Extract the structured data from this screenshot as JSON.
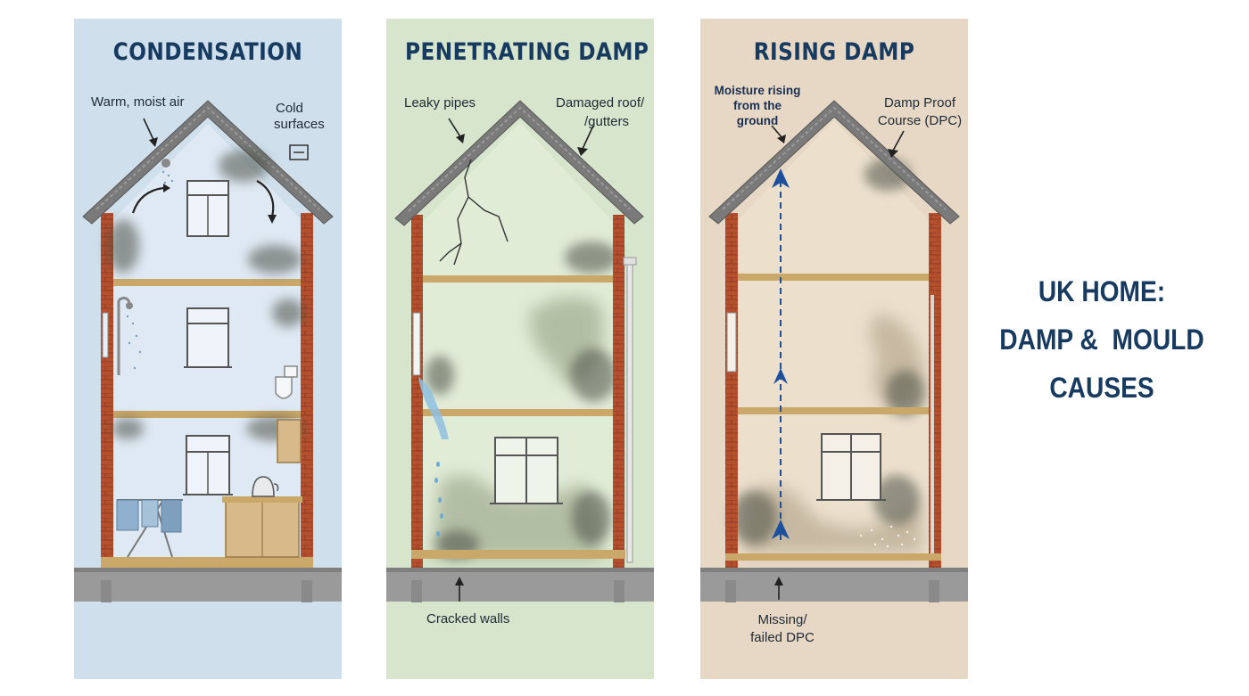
{
  "main_title": {
    "line1": "UK HOME:",
    "line2": "DAMP &  MOULD",
    "line3": "CAUSES"
  },
  "panels": {
    "condensation": {
      "title": "CONDENSATION",
      "background": "#cfdfeb",
      "labels": {
        "warm_air": "Warm, moist air",
        "cold_surfaces_1": "Cold",
        "cold_surfaces_2": "surfaces"
      }
    },
    "penetrating": {
      "title": "PENETRATING DAMP",
      "background": "#d6e5cc",
      "labels": {
        "leaky_pipes": "Leaky pipes",
        "roof_1": "Damaged roof/",
        "roof_2": "/gutters",
        "cracked_walls": "Cracked walls"
      }
    },
    "rising": {
      "title": "RISING DAMP",
      "background": "#e6d8c4",
      "labels": {
        "moisture_1": "Moisture rising",
        "moisture_2": "from the",
        "moisture_3": "ground",
        "dpc_1": "Damp Proof",
        "dpc_2": "Course (DPC)",
        "failed_1": "Missing/",
        "failed_2": "failed DPC"
      }
    }
  },
  "colors": {
    "title": "#173a60",
    "brick": "#b5502f",
    "roof": "#7a7a7a",
    "floor": "#c9a86a",
    "mould": "#4a4f45",
    "arrow_blue": "#1c4f9c"
  }
}
